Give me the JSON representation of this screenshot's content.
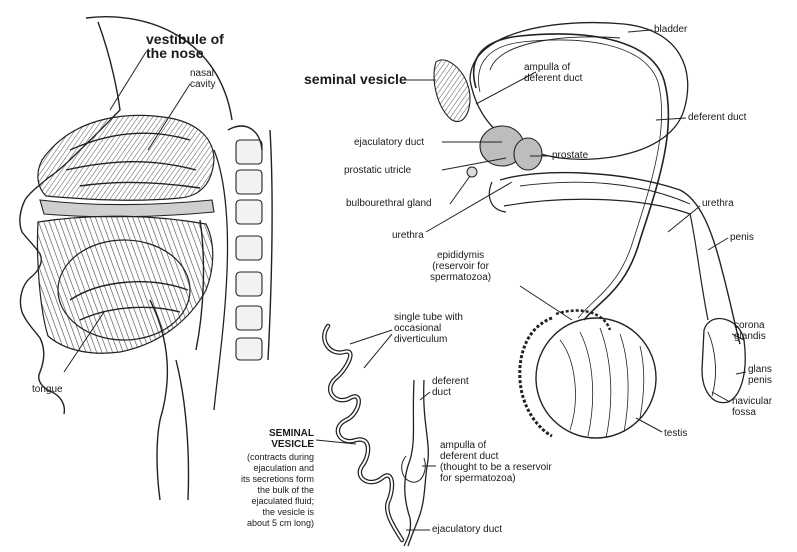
{
  "head": {
    "vestibule": "vestibule of\nthe nose",
    "nasal_cavity": "nasal\ncavity",
    "tongue": "tongue"
  },
  "male": {
    "seminal_vesicle": "seminal vesicle",
    "bladder": "bladder",
    "ampulla": "ampulla of\ndeferent duct",
    "deferent_duct": "deferent duct",
    "ejaculatory_duct": "ejaculatory duct",
    "prostate": "prostate",
    "prostatic_utricle": "prostatic utricle",
    "bulbourethral_gland": "bulbourethral gland",
    "urethra_left": "urethra",
    "urethra_right": "urethra",
    "penis": "penis",
    "epididymis": "epididymis\n(reservoir for\nspermatozoa)",
    "corona_glandis": "corona\nglandis",
    "glans_penis": "glans\npenis",
    "navicular_fossa": "navicular\nfossa",
    "testis": "testis"
  },
  "vesicle_detail": {
    "single_tube": "single tube with\noccasional\ndiverticulum",
    "deferent_duct": "deferent\nduct",
    "title": "SEMINAL\nVESICLE",
    "description": "(contracts during\nejaculation and\nits secretions form\nthe bulk of the\nejaculated fluid;\nthe vesicle is\nabout 5 cm long)",
    "ampulla": "ampulla of\ndeferent duct\n(thought to be a reservoir\nfor spermatozoa)",
    "ejaculatory_duct": "ejaculatory duct"
  }
}
